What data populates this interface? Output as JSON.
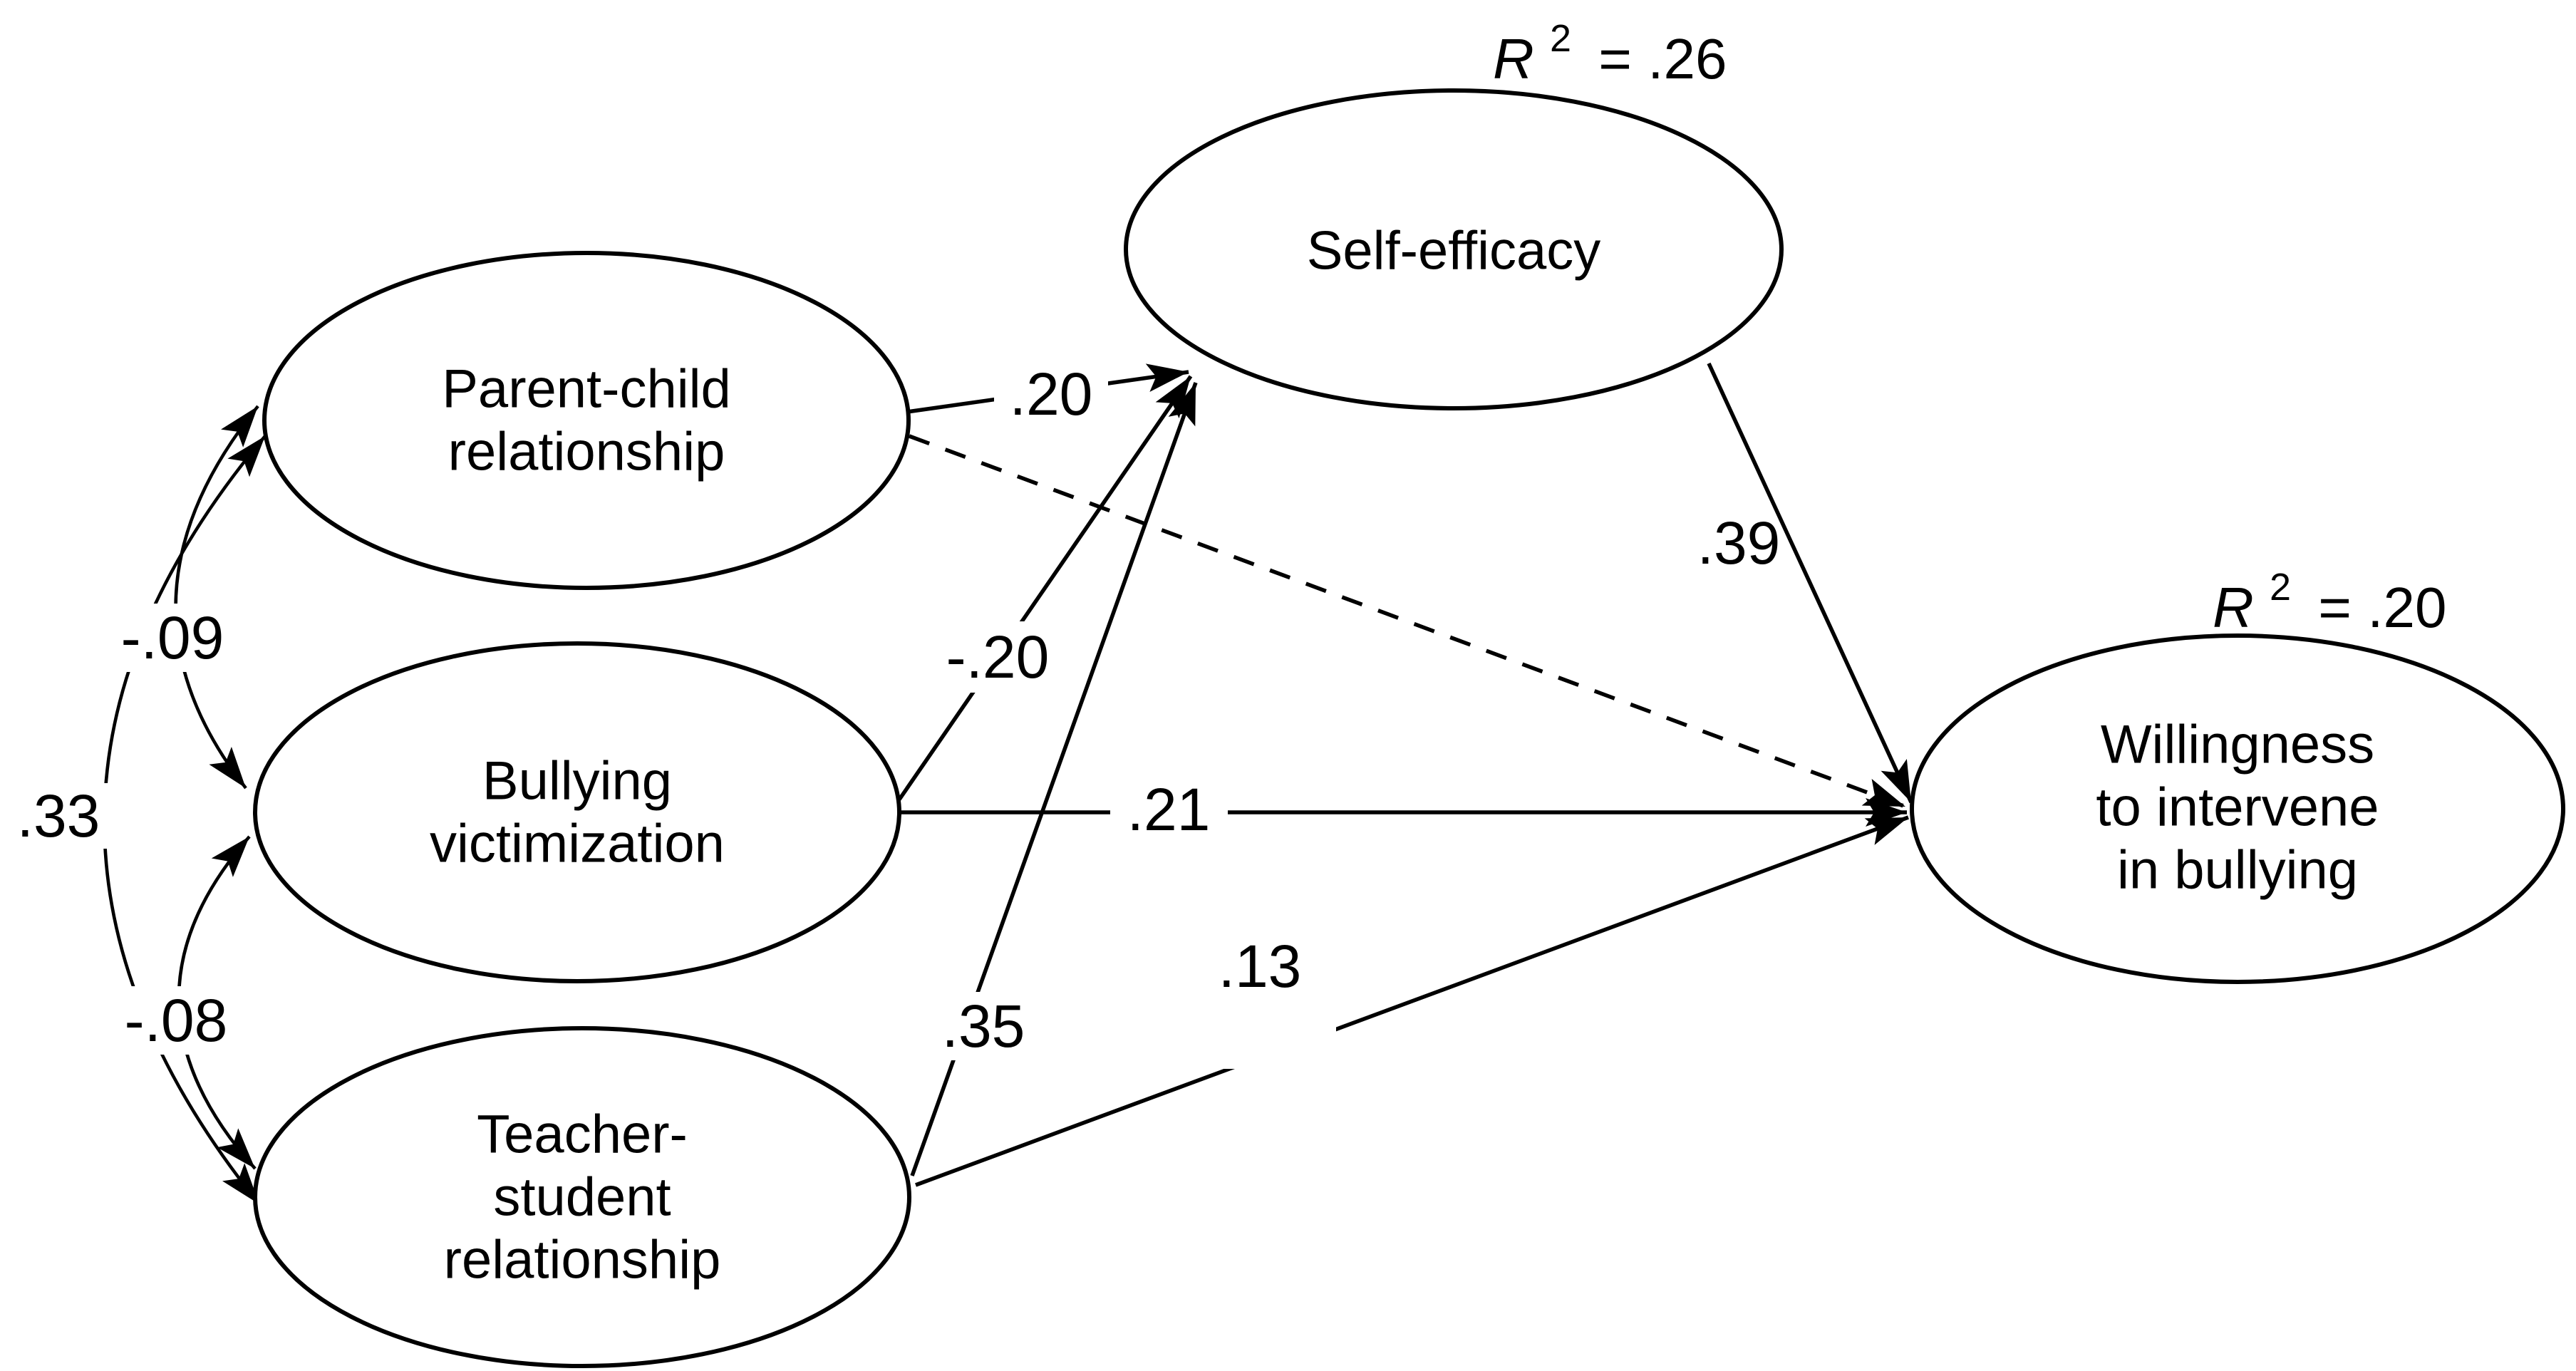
{
  "figure": {
    "background": "#ffffff",
    "line_color": "#000000",
    "nodes": {
      "parent_child": {
        "line1": "Parent-child",
        "line2": "relationship"
      },
      "bullying_victimization": {
        "line1": "Bullying",
        "line2": "victimization"
      },
      "teacher_student": {
        "line1": "Teacher-",
        "line2": "student",
        "line3": "relationship"
      },
      "self_efficacy": {
        "line1": "Self-efficacy",
        "r2": {
          "symbol": "R",
          "sup": "2",
          "value": "= .26"
        }
      },
      "willingness": {
        "line1": "Willingness",
        "line2": "to intervene",
        "line3": "in bullying",
        "r2": {
          "symbol": "R",
          "sup": "2",
          "value": "= .20"
        }
      }
    },
    "paths": {
      "pc_to_se": {
        "label": ".20",
        "style": "solid"
      },
      "bv_to_se": {
        "label": "-.20",
        "style": "solid"
      },
      "ts_to_se": {
        "label": ".35",
        "style": "solid"
      },
      "se_to_wi": {
        "label": ".39",
        "style": "solid"
      },
      "pc_to_wi": {
        "label": "",
        "style": "dashed"
      },
      "bv_to_wi": {
        "label": ".21",
        "style": "solid"
      },
      "ts_to_wi": {
        "label": ".13",
        "style": "solid"
      }
    },
    "covariances": {
      "pc_bv": {
        "label": "-.09"
      },
      "bv_ts": {
        "label": "-.08"
      },
      "pc_ts": {
        "label": ".33"
      }
    }
  }
}
